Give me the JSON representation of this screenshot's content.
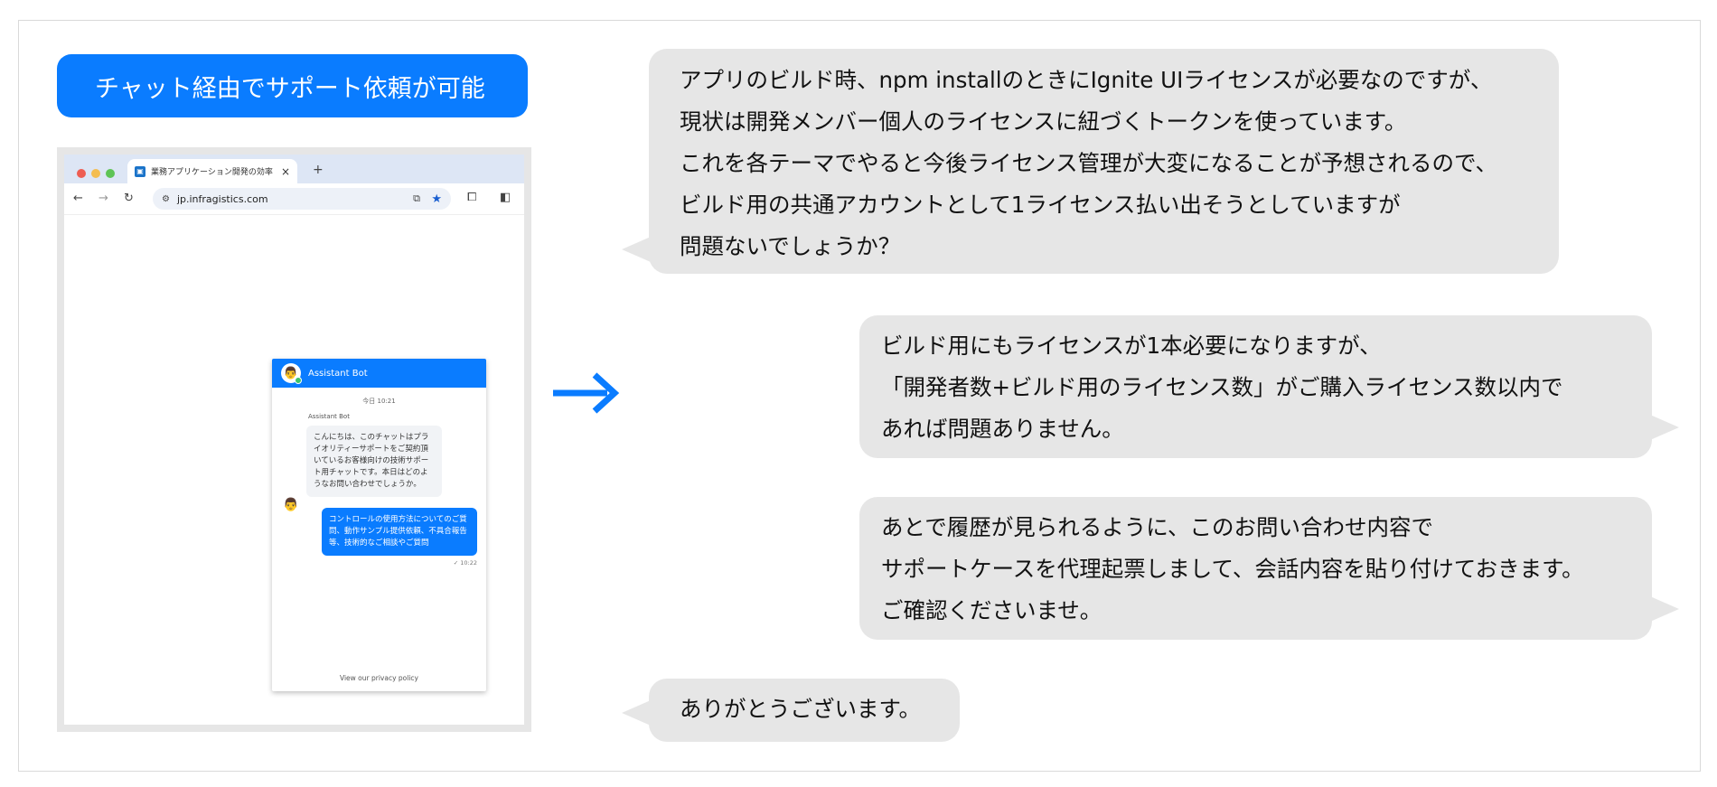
{
  "headline": "チャット経由でサポート依頼が可能",
  "browser": {
    "tab_title": "業務アプリケーション開発の効率",
    "tab_close": "×",
    "new_tab": "+",
    "url": "jp.infragistics.com"
  },
  "chat_widget": {
    "bot_name": "Assistant Bot",
    "date": "今日 10:21",
    "sender_label": "Assistant Bot",
    "bot_message": "こんにちは、このチャットはプライオリティーサポートをご契約頂いているお客様向けの技術サポート用チャットです。本日はどのようなお問い合わせでしょうか。",
    "user_message": "コントロールの使用方法についてのご質問、動作サンプル提供依頼、不具合報告等、技術的なご相談やご質問",
    "time": "✓ 10:22",
    "privacy_link": "View our privacy policy"
  },
  "conversation": {
    "q1": [
      "アプリのビルド時、npm installのときにIgnite UIライセンスが必要なのですが、",
      "現状は開発メンバー個人のライセンスに紐づくトークンを使っています。",
      "これを各テーマでやると今後ライセンス管理が大変になることが予想されるので、",
      "ビルド用の共通アカウントとして1ライセンス払い出そうとしていますが",
      "問題ないでしょうか？"
    ],
    "a1": [
      "ビルド用にもライセンスが1本必要になりますが、",
      "「開発者数+ビルド用のライセンス数」がご購入ライセンス数以内で",
      "あれば問題ありません。"
    ],
    "a2": [
      "あとで履歴が見られるように、このお問い合わせ内容で",
      "サポートケースを代理起票しまして、会話内容を貼り付けておきます。",
      "ご確認くださいませ。"
    ],
    "q2": [
      "ありがとうございます。"
    ]
  },
  "colors": {
    "accent": "#0a7cff",
    "bubble": "#e6e6e6"
  }
}
